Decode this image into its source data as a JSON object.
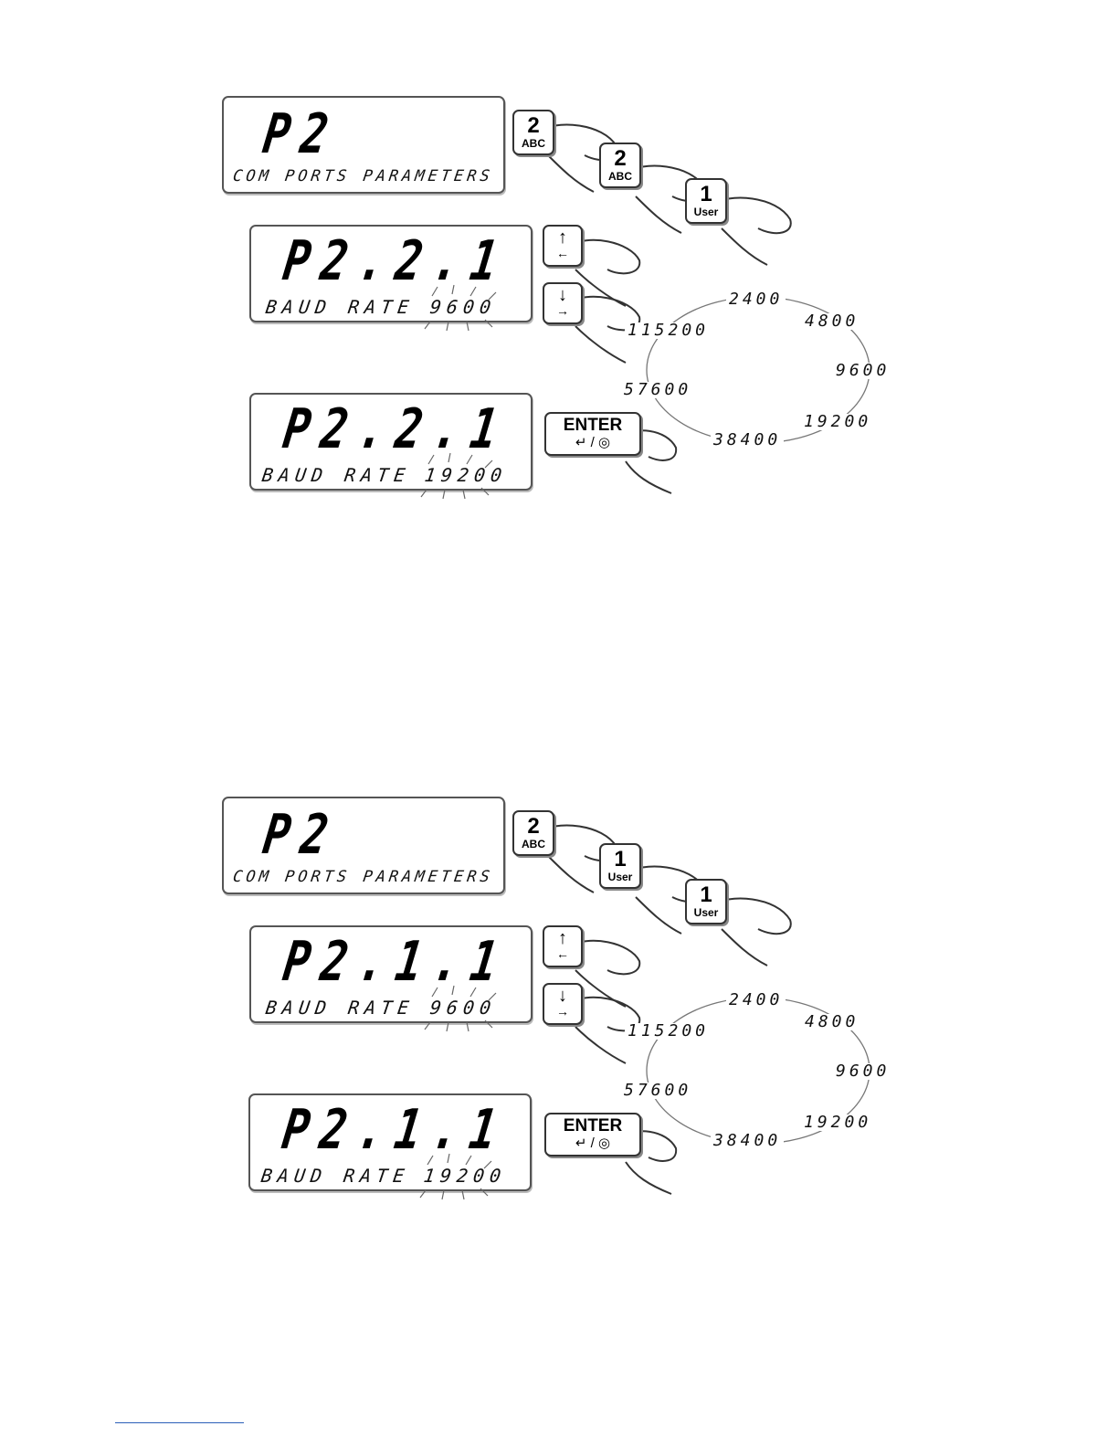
{
  "panel_a": {
    "lcd1": {
      "code": "P2",
      "text": "COM PORTS PARAMETERS"
    },
    "lcd2": {
      "code": "P2.2.1",
      "label": "BAUD RATE",
      "value": "9600"
    },
    "lcd3": {
      "code": "P2.2.1",
      "label": "BAUD RATE",
      "value": "19200"
    },
    "keys": [
      {
        "num": "2",
        "sub": "ABC"
      },
      {
        "num": "2",
        "sub": "ABC"
      },
      {
        "num": "1",
        "sub": "User"
      }
    ],
    "nav_up": "↑",
    "nav_left": "←",
    "nav_down": "↓",
    "nav_right": "→",
    "enter_label": "ENTER",
    "enter_icons": "↵ / ◎",
    "baud_cycle": [
      "2400",
      "4800",
      "9600",
      "19200",
      "38400",
      "57600",
      "115200"
    ]
  },
  "panel_b": {
    "lcd1": {
      "code": "P2",
      "text": "COM PORTS PARAMETERS"
    },
    "lcd2": {
      "code": "P2.1.1",
      "label": "BAUD RATE",
      "value": "9600"
    },
    "lcd3": {
      "code": "P2.1.1",
      "label": "BAUD RATE",
      "value": "19200"
    },
    "keys": [
      {
        "num": "2",
        "sub": "ABC"
      },
      {
        "num": "1",
        "sub": "User"
      },
      {
        "num": "1",
        "sub": "User"
      }
    ],
    "nav_up": "↑",
    "nav_left": "←",
    "nav_down": "↓",
    "nav_right": "→",
    "enter_label": "ENTER",
    "enter_icons": "↵ / ◎",
    "baud_cycle": [
      "2400",
      "4800",
      "9600",
      "19200",
      "38400",
      "57600",
      "115200"
    ]
  }
}
